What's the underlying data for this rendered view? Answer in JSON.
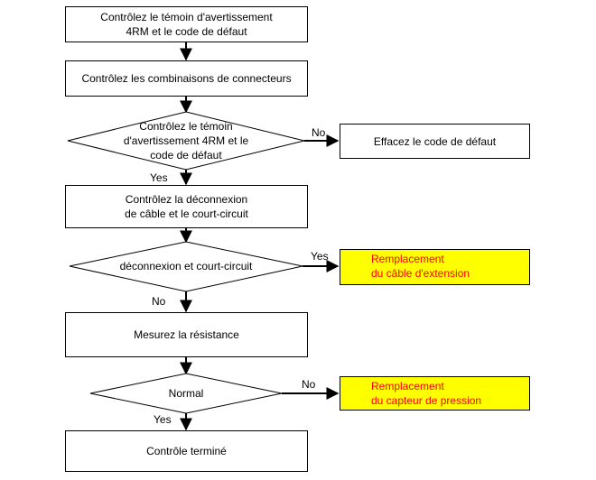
{
  "flowchart": {
    "step1": "Contrôlez le témoin d'avertissement\n4RM et le code de défaut",
    "step2": "Contrôlez les combinaisons de connecteurs",
    "decision1": "Contrôlez le témoin\nd'avertissement 4RM et le\ncode de défaut",
    "decision1_no": "No",
    "decision1_yes": "Yes",
    "clear_code": "Effacez le code de défaut",
    "step3": "Contrôlez la déconnexion\nde câble et le court-circuit",
    "decision2": "déconnexion et court-circuit",
    "decision2_yes": "Yes",
    "decision2_no": "No",
    "replace_cable": "Remplacement\ndu câble d'extension",
    "step4": "Mesurez la résistance",
    "decision3": "Normal",
    "decision3_no": "No",
    "decision3_yes": "Yes",
    "replace_sensor": "Remplacement\ndu capteur de pression",
    "step5": "Contrôle terminé"
  },
  "colors": {
    "highlight_fill": "#ffff00",
    "highlight_text": "#ff0000",
    "line": "#000000"
  }
}
